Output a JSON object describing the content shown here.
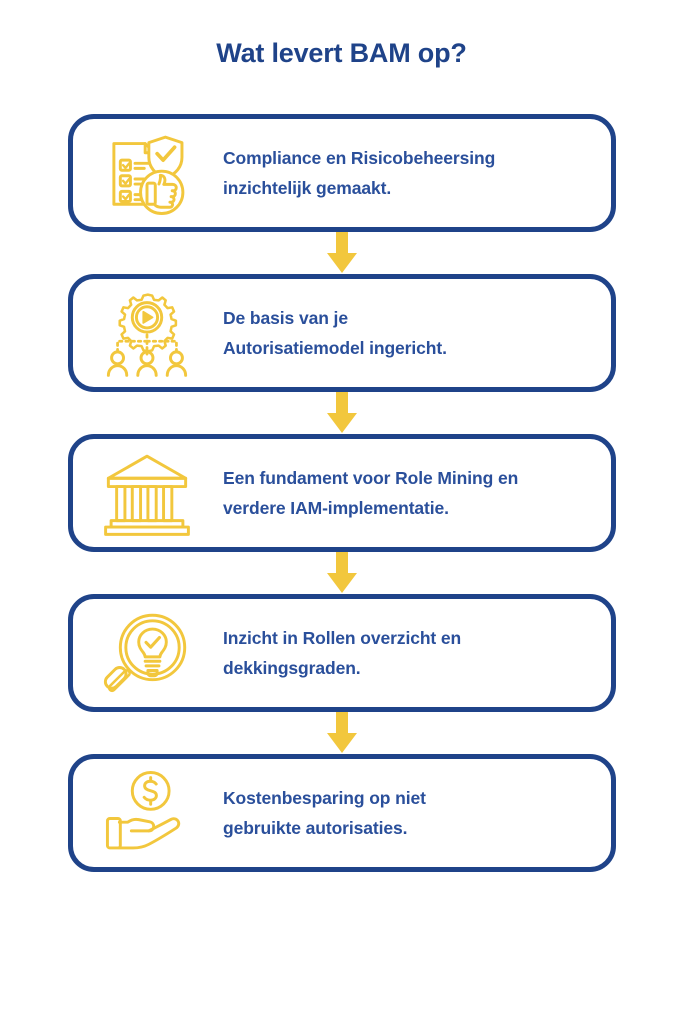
{
  "page": {
    "title": "Wat levert BAM op?",
    "background_color": "#ffffff"
  },
  "colors": {
    "brand_blue": "#1f4389",
    "text_blue": "#2a4f9b",
    "accent_yellow": "#f2c73d",
    "card_background": "#ffffff"
  },
  "flow": {
    "connector_icon": "down-arrow-icon",
    "steps": [
      {
        "index": 1,
        "icon": "checklist-shield-thumbsup-icon",
        "line1": "Compliance en Risicobeheersing",
        "line2": "inzichtelijk gemaakt."
      },
      {
        "index": 2,
        "icon": "gear-users-network-icon",
        "line1": "De basis van je",
        "line2": "Autorisatiemodel ingericht."
      },
      {
        "index": 3,
        "icon": "classical-building-icon",
        "line1": "Een fundament voor Role Mining en",
        "line2": "verdere IAM-implementatie."
      },
      {
        "index": 4,
        "icon": "magnifier-lightbulb-check-icon",
        "line1": "Inzicht in Rollen overzicht en",
        "line2": "dekkingsgraden."
      },
      {
        "index": 5,
        "icon": "hand-coin-savings-icon",
        "line1": "Kostenbesparing op niet",
        "line2": "gebruikte autorisaties."
      }
    ]
  }
}
